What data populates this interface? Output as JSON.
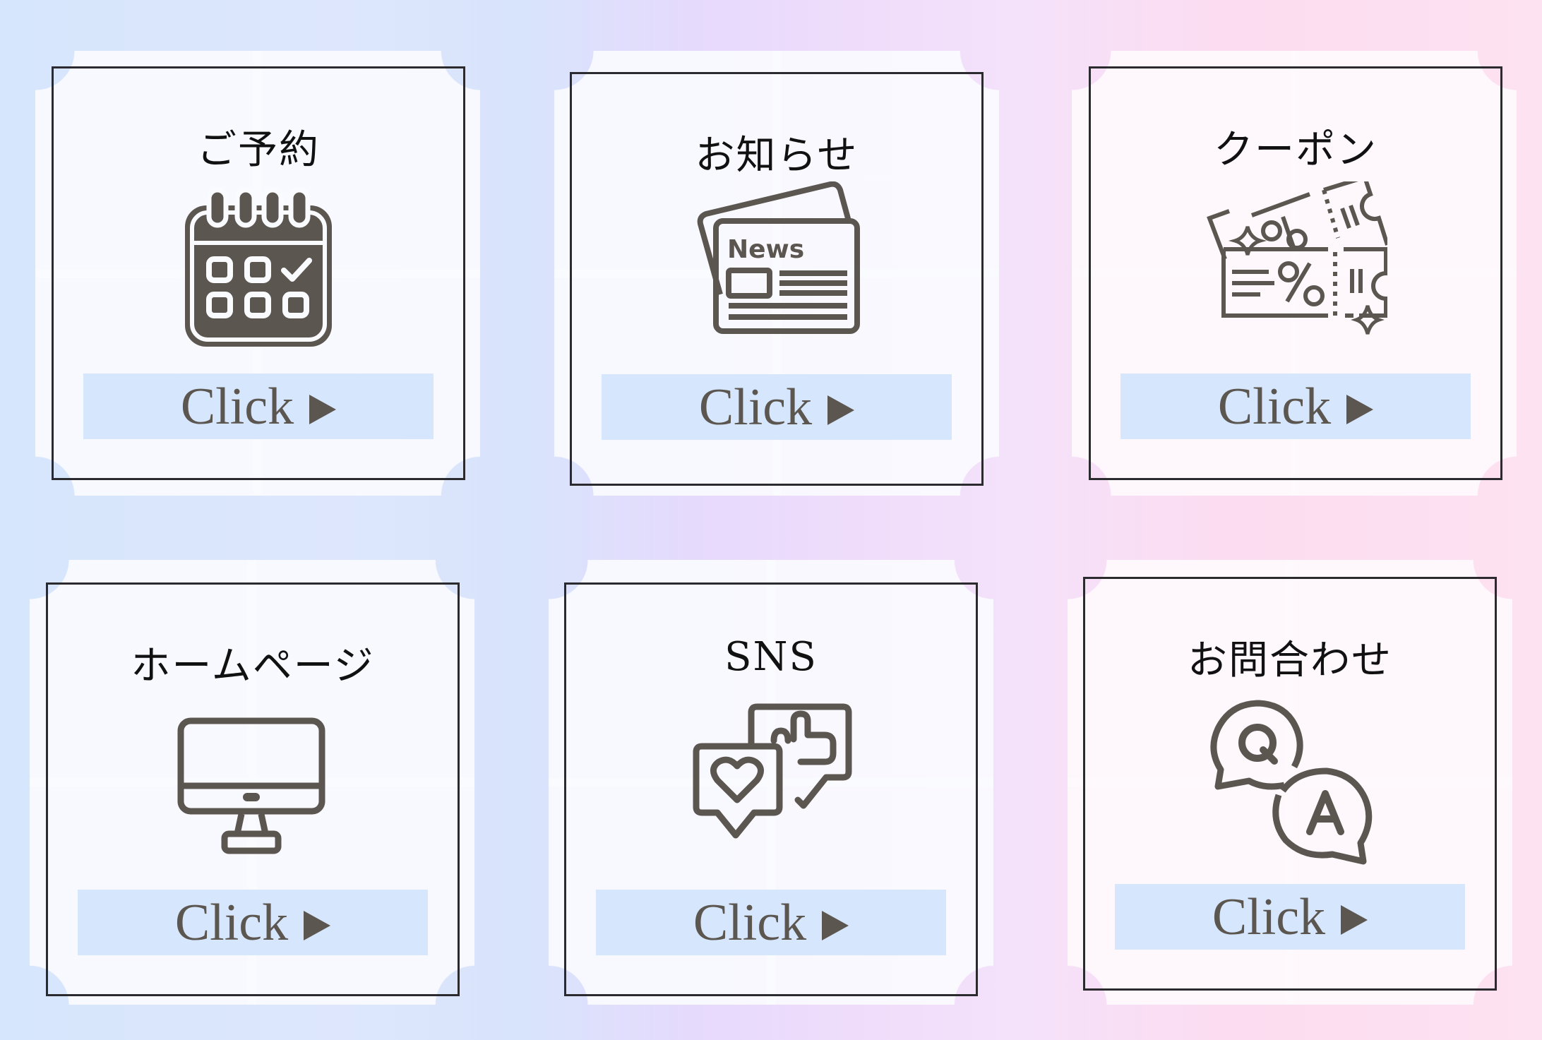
{
  "colors": {
    "background_left": "#d6e6fc",
    "background_mid": "#efdcfb",
    "background_right": "#fde2f1",
    "panel": "#fafbff",
    "frame_border": "#2b2a2f",
    "button_bg": "#d6e6fc",
    "button_text": "#5c5650",
    "icon": "#5c5650",
    "title_text": "#111111"
  },
  "cards": [
    {
      "title": "ご予約",
      "icon": "calendar-icon",
      "button_label": "Click",
      "button_arrow": "play-triangle-icon"
    },
    {
      "title": "お知らせ",
      "icon": "newspaper-icon",
      "icon_text": "News",
      "button_label": "Click",
      "button_arrow": "play-triangle-icon"
    },
    {
      "title": "クーポン",
      "icon": "coupon-ticket-icon",
      "icon_text": "%",
      "button_label": "Click",
      "button_arrow": "play-triangle-icon"
    },
    {
      "title": "ホームページ",
      "icon": "desktop-monitor-icon",
      "button_label": "Click",
      "button_arrow": "play-triangle-icon"
    },
    {
      "title": "SNS",
      "icon": "social-chat-like-icon",
      "button_label": "Click",
      "button_arrow": "play-triangle-icon"
    },
    {
      "title": "お問合わせ",
      "icon": "qa-chat-bubbles-icon",
      "icon_text_q": "Q",
      "icon_text_a": "A",
      "button_label": "Click",
      "button_arrow": "play-triangle-icon"
    }
  ]
}
